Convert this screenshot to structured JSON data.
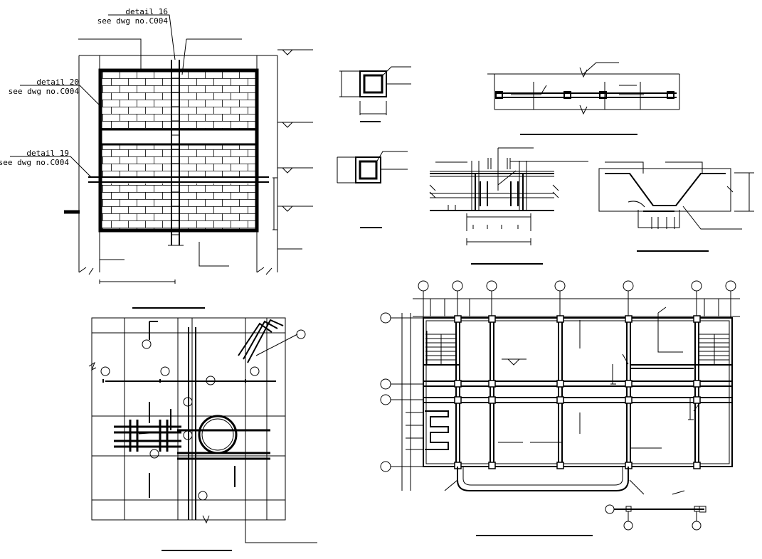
{
  "drawing": {
    "background": "#ffffff",
    "ink": "#000000",
    "panels": [
      "brick-wall-elevation",
      "column-section-a",
      "column-section-b",
      "beam-reinforcement-plan",
      "beam-column-joint-section",
      "haunched-footing-section",
      "slab-opening-reinforcement-plan",
      "structural-floor-plan"
    ]
  },
  "callouts": {
    "detail_16": {
      "title": "detail 16",
      "ref": "see dwg no.C004"
    },
    "detail_20": {
      "title": "detail 20",
      "ref": "see dwg no.C004"
    },
    "detail_19": {
      "title": "detail 19",
      "ref": "see dwg no.C004"
    }
  }
}
